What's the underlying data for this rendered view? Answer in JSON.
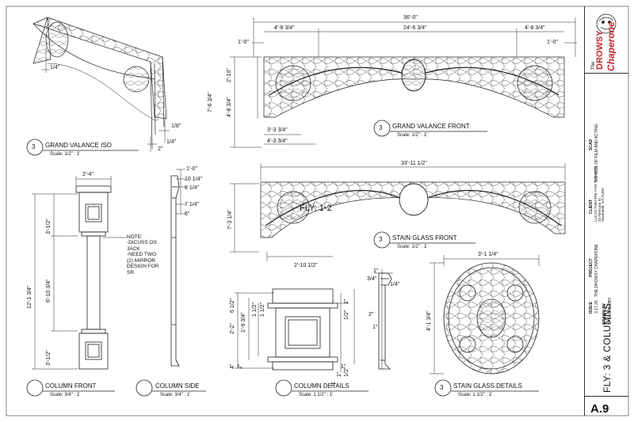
{
  "views": {
    "valance_iso": {
      "num": "3",
      "title": "GRAND VALANCE ISO",
      "scale": "Scale:  1/2\" : 1'",
      "dims": {
        "d1": "1/4\"",
        "d2": "1/8\"",
        "d3": "1/4\"",
        "d4": "2\""
      }
    },
    "valance_front": {
      "num": "3",
      "title": "GRAND VALANCE FRONT",
      "scale": "Scale:  1/2\" : 1'",
      "dims": {
        "overall": "36'-0\"",
        "left_seg": "4'-8 3/4\"",
        "center_seg": "24'-6 3/4\"",
        "right_seg": "4'-8 3/4\"",
        "left_end": "1'-0\"",
        "right_end": "1'-0\"",
        "height": "7'-6 3/4\"",
        "top_h": "2'-10\"",
        "lower_h": "4'-8 3/4\"",
        "bottom_a": "3'-3 3/4\"",
        "bottom_b": "4'-3 3/4\""
      }
    },
    "stain_front": {
      "num": "3",
      "title": "STAIN GLASS FRONT",
      "scale": "Scale:  1/2\" : 1'",
      "label": "FLY: 1-2",
      "dims": {
        "width": "33'-11 1/2\"",
        "height": "7'-3 1/4\"",
        "bottom": "2'-10 1/2\""
      }
    },
    "column_front": {
      "num": "",
      "title": "COLUMN FRONT",
      "scale": "Scale:  3/4\" : 1'",
      "dims": {
        "width": "2'-4\"",
        "overall": "12'-1 3/4\"",
        "top": "3'-1/2\"",
        "mid": "6'-10 3/4\"",
        "bottom": "3'-1/2\""
      }
    },
    "column_side": {
      "num": "",
      "title": "COLUMN SIDE",
      "scale": "Scale:  3/4\" : 1'",
      "dims": {
        "a": "1'-0\"",
        "b": "10 1/4\"",
        "c": "8 1/4\"",
        "d": "7 1/4\"",
        "e": "6\""
      }
    },
    "column_details": {
      "num": "",
      "title": "COLUMN DETAILS",
      "scale": "Scale:  1 1/2\" : 1'",
      "dims": {
        "a": "2'-2\"",
        "b": "6 1/2\"",
        "c": "1'-9 3/4\"",
        "d": "1 1/2\"",
        "e": "1 1/2\"",
        "f": "4\"",
        "g": "2\"",
        "h": "1\"",
        "i": "3/4\"",
        "j": "1/4\"",
        "k": "2\"",
        "l": "1\"",
        "m": "1/2\"",
        "n": "1\"",
        "o": "1\"",
        "p": "1/2\"",
        "q": "1\"",
        "r": "1\""
      }
    },
    "stain_details": {
      "num": "3",
      "title": "STAIN GLASS DETAILS",
      "scale": "Scale:  1 1/2\" : 1'",
      "dims": {
        "width": "3'-1 1/4\"",
        "height": "4'-1 3/4\""
      }
    }
  },
  "note": "NOTE:\n-DICUSS OS\nJACK\n-NEED TWO\n(2) MIRROR\nDESIGN FOR\nSR",
  "title_block": {
    "logo_line1": "The",
    "logo_line2": "DROWSY",
    "logo_line3": "Chaperone",
    "school_head": "SCAD",
    "school": "SCHOOL OF FILM AND ACTING",
    "client_head": "CLIENT",
    "client_lines": "LUCAS THEATRE FOR THE ARTS\n32 Abercorn St.\nSavannah, GA 31401",
    "project_head": "PROJECT",
    "project": "THE DROWSY CHAPERONE",
    "issue_head": "ISSUE",
    "issue": "3.17.25",
    "drawn_head": "DRAWN BY",
    "drawn": "SPLASHES/BY",
    "sheet_title": "FLY: 3 & COLUMNS",
    "sheet_number": "A.9"
  },
  "colors": {
    "ink": "#111111",
    "logo_red": "#c1272d"
  }
}
